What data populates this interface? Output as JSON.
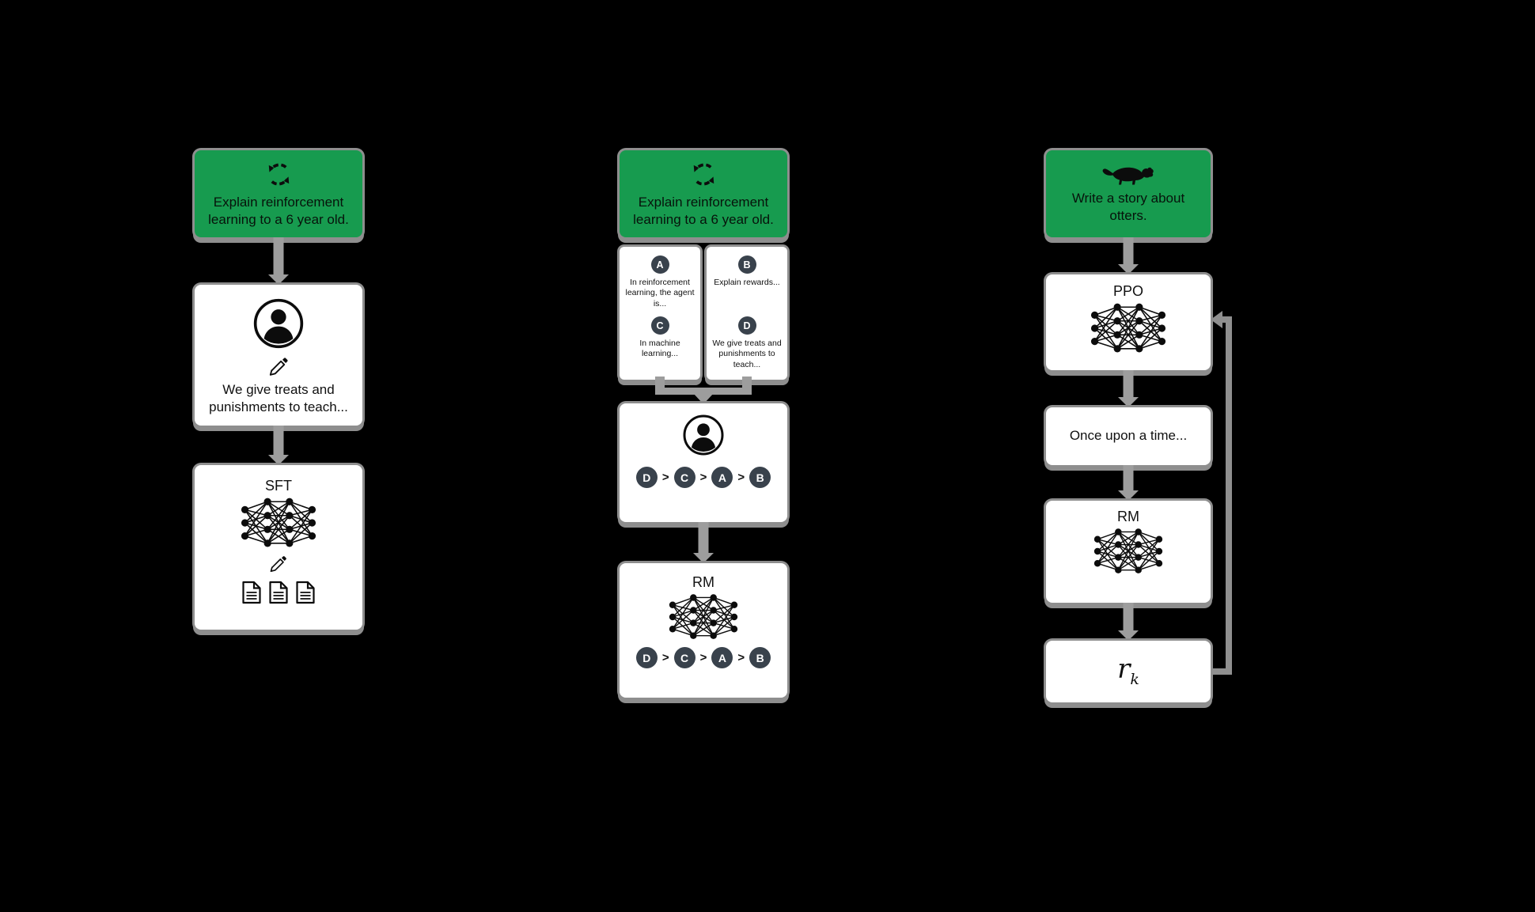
{
  "colors": {
    "background": "#000000",
    "accent_green": "#179b4f",
    "card_white": "#ffffff",
    "shadow_gray": "#8e8e8e",
    "arrow_gray": "#9d9d9d",
    "badge_slate": "#39424c",
    "text_black": "#101010"
  },
  "step1": {
    "prompt": "Explain reinforcement learning to a 6 year old.",
    "labeler_demo": "We give treats and punishments to teach...",
    "model_label": "SFT"
  },
  "step2": {
    "prompt": "Explain reinforcement learning to a 6 year old.",
    "options": [
      {
        "label": "A",
        "text": "In reinforcement learning, the agent is..."
      },
      {
        "label": "B",
        "text": "Explain rewards..."
      },
      {
        "label": "C",
        "text": "In machine learning..."
      },
      {
        "label": "D",
        "text": "We give treats and punishments to teach..."
      }
    ],
    "sep": ">",
    "ranking": [
      "D",
      "C",
      "A",
      "B"
    ],
    "model_label": "RM"
  },
  "step3": {
    "prompt": "Write a story about otters.",
    "policy_label": "PPO",
    "output_text": "Once upon a time...",
    "rm_label": "RM",
    "reward": {
      "base": "r",
      "sub": "k"
    }
  }
}
